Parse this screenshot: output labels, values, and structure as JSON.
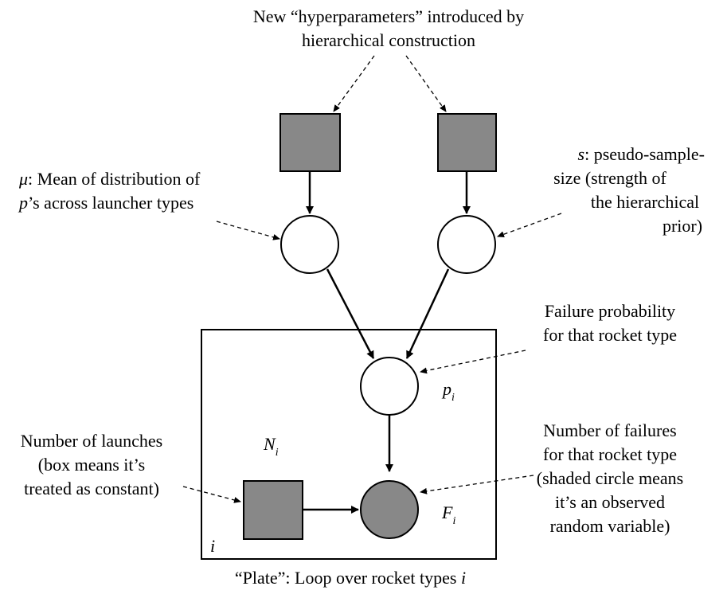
{
  "annotations": {
    "hyperparams": [
      "New “hyperparameters” introduced by",
      "hierarchical construction"
    ],
    "mu_symbol": "μ",
    "mu_rest": ": Mean of distribution of",
    "mu_p_symbol": "p",
    "mu_line2": "’s across launcher types",
    "s_symbol": "s",
    "s_rest": ": pseudo-sample-",
    "s_lines": [
      "size (strength of",
      "the hierarchical",
      "prior)"
    ],
    "failure_prob": [
      "Failure probability",
      "for that rocket type"
    ],
    "launches": [
      "Number of launches",
      "(box means it’s",
      "treated as constant)"
    ],
    "failures": [
      "Number of failures",
      "for that rocket type",
      "(shaded circle means",
      "it’s an observed",
      "random variable)"
    ],
    "plate_caption": "“Plate”: Loop over rocket types ",
    "plate_caption_var": "i"
  },
  "plate": {
    "index_label": "i"
  },
  "nodes": {
    "p": {
      "symbol": "p",
      "subscript": "i"
    },
    "N": {
      "symbol": "N",
      "subscript": "i"
    },
    "F": {
      "symbol": "F",
      "subscript": "i"
    }
  },
  "colors": {
    "shaded": "#888888",
    "open": "#ffffff",
    "stroke": "#000000"
  }
}
